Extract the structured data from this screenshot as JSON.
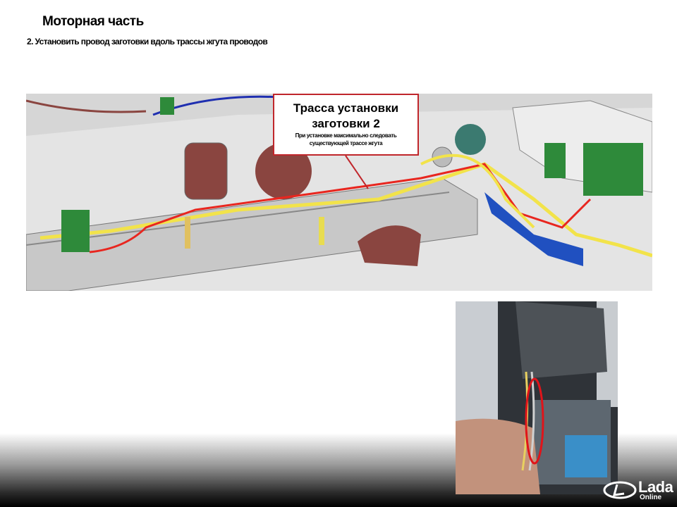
{
  "slide": {
    "title": "Моторная часть",
    "subtitle": "2. Установить провод заготовки вдоль трассы жгута проводов"
  },
  "callout": {
    "heading_line1": "Трасса установки",
    "heading_line2": "заготовки 2",
    "note_line1": "При установке максимально следовать",
    "note_line2": "существующей трассе жгута"
  },
  "logo": {
    "brand": "Lada",
    "sub": "Online"
  },
  "colors": {
    "callout_border": "#c0262b",
    "wire_red": "#e8261f",
    "wire_yellow": "#f2e34a",
    "wire_blue": "#1f2fb0",
    "connector_green": "#2e8a3a"
  }
}
